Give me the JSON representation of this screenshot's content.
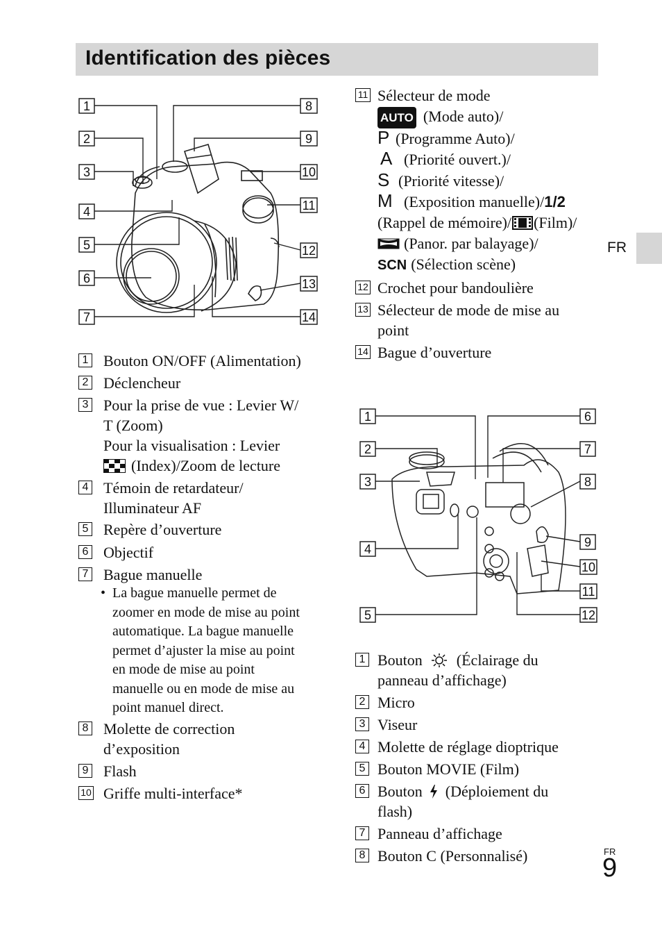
{
  "header": {
    "title": "Identification des pièces"
  },
  "side_tab": {
    "label": "FR"
  },
  "footer": {
    "lang": "FR",
    "page_number": "9"
  },
  "figure_front": {
    "callouts": [
      "1",
      "2",
      "3",
      "4",
      "5",
      "6",
      "7",
      "8",
      "9",
      "10",
      "11",
      "12",
      "13",
      "14"
    ]
  },
  "figure_back": {
    "callouts": [
      "1",
      "2",
      "3",
      "4",
      "5",
      "6",
      "7",
      "8",
      "9",
      "10",
      "11",
      "12"
    ]
  },
  "front_list": [
    {
      "num": "1",
      "lines": [
        "Bouton ON/OFF (Alimentation)"
      ]
    },
    {
      "num": "2",
      "lines": [
        "Déclencheur"
      ]
    },
    {
      "num": "3",
      "lines": [
        "Pour la prise de vue : Levier W/",
        "T (Zoom)",
        "Pour la visualisation : Levier",
        "(Index)/Zoom de lecture"
      ]
    },
    {
      "num": "4",
      "lines": [
        "Témoin de retardateur/",
        "Illuminateur AF"
      ]
    },
    {
      "num": "5",
      "lines": [
        "Repère d’ouverture"
      ]
    },
    {
      "num": "6",
      "lines": [
        "Objectif"
      ]
    },
    {
      "num": "7",
      "lines": [
        "Bague manuelle"
      ]
    },
    {
      "num": "8",
      "lines": [
        "Molette de correction",
        "d’exposition"
      ]
    },
    {
      "num": "9",
      "lines": [
        "Flash"
      ]
    },
    {
      "num": "10",
      "lines": [
        "Griffe multi-interface*"
      ]
    }
  ],
  "bullet_note": {
    "lines": [
      "La bague manuelle permet de",
      "zoomer en mode de mise au point",
      "automatique. La bague manuelle",
      "permet d’ajuster la mise au point",
      "en mode de mise au point",
      "manuelle ou en mode de mise au",
      "point manuel direct."
    ]
  },
  "mode_dial": {
    "num": "11",
    "title": "Sélecteur de mode",
    "auto_badge": "AUTO",
    "auto_text": "(Mode auto)/",
    "p_sym": "P",
    "p_text": "(Programme Auto)/",
    "a_sym": "A",
    "a_text": "(Priorité ouvert.)/",
    "s_sym": "S",
    "s_text": "(Priorité vitesse)/",
    "m_sym": "M",
    "m_text": "(Exposition manuelle)/",
    "mr": "1/2",
    "mr_text": "(Rappel de mémoire)/",
    "film_text": "(Film)/",
    "panor_text": "(Panor. par balayage)/",
    "scn_sym": "SCN",
    "scn_text": "(Sélection scène)"
  },
  "right_list": [
    {
      "num": "12",
      "lines": [
        "Crochet pour bandoulière"
      ]
    },
    {
      "num": "13",
      "lines": [
        "Sélecteur de mode de mise au",
        "point"
      ]
    },
    {
      "num": "14",
      "lines": [
        "Bague d’ouverture"
      ]
    }
  ],
  "back_list": [
    {
      "num": "1",
      "lines": [
        "Bouton",
        "(Éclairage du",
        "panneau d’affichage)"
      ]
    },
    {
      "num": "2",
      "lines": [
        "Micro"
      ]
    },
    {
      "num": "3",
      "lines": [
        "Viseur"
      ]
    },
    {
      "num": "4",
      "lines": [
        "Molette de réglage dioptrique"
      ]
    },
    {
      "num": "5",
      "lines": [
        "Bouton MOVIE (Film)"
      ]
    },
    {
      "num": "6",
      "lines": [
        "Bouton",
        "(Déploiement du",
        "flash)"
      ]
    },
    {
      "num": "7",
      "lines": [
        "Panneau d’affichage"
      ]
    },
    {
      "num": "8",
      "lines": [
        "Bouton C (Personnalisé)"
      ]
    }
  ]
}
